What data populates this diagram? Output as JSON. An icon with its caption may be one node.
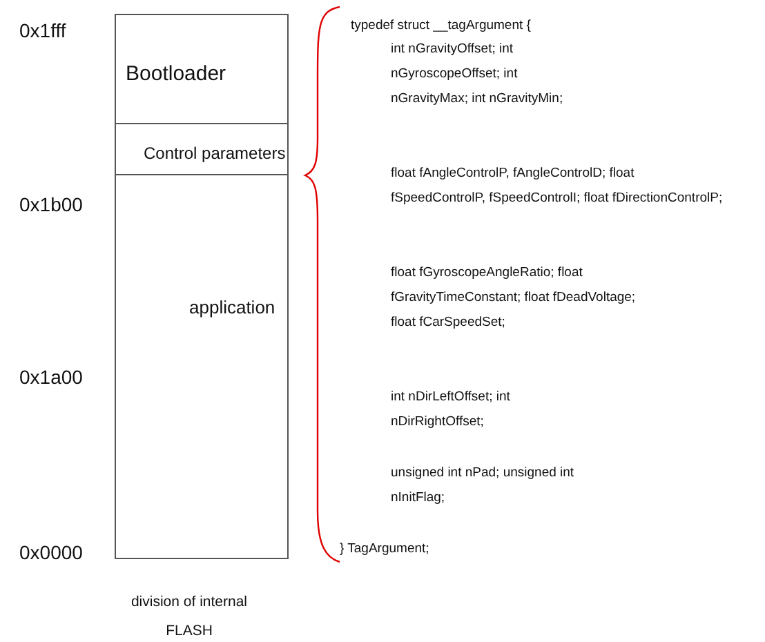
{
  "diagram": {
    "caption": "division of internal FLASH",
    "nodes": [
      {
        "text": [
          "Bootloader"
        ]
      },
      {
        "text": [
          "Control parameters"
        ]
      },
      {
        "text": [
          "application"
        ]
      }
    ],
    "labels": [
      "0x1fff",
      "0x1b00",
      "0x1a00",
      "0x0000",
      "typedef struct __tagArgument {",
      "int nGravityOffset; int",
      "nGyroscopeOffset; int",
      "nGravityMax; int nGravityMin;",
      "float fAngleControlP, fAngleControlD; float",
      "fSpeedControlP, fSpeedControlI; float fDirectionControlP;",
      "float fGyroscopeAngleRatio; float",
      "fGravityTimeConstant; float fDeadVoltage;",
      "float fCarSpeedSet;",
      "int nDirLeftOffset; int",
      "nDirRightOffset;",
      "unsigned int nPad; unsigned int",
      "nInitFlag;",
      "} TagArgument;"
    ]
  }
}
